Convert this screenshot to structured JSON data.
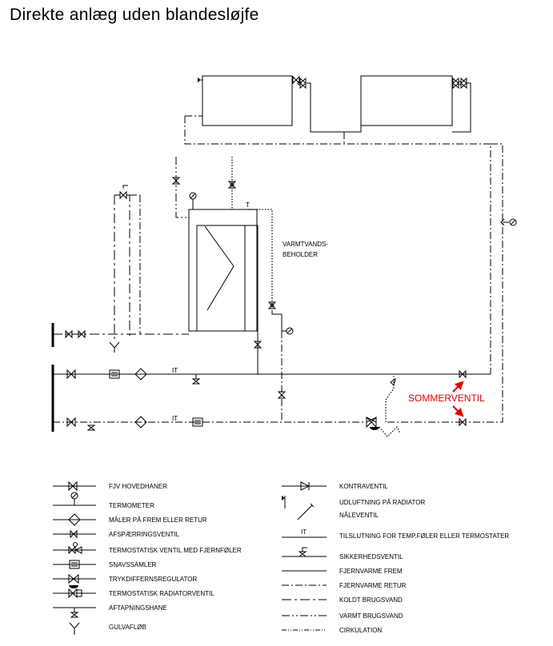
{
  "title": "Direkte anlæg uden blandesløjfe",
  "tank_label_line1": "VARMTVANDS-",
  "tank_label_line2": "BEHOLDER",
  "t_marker": "T",
  "it_marker": "IT",
  "summer_valve_label": "SOMMERVENTIL",
  "accent_color": "#e00000",
  "legend_left": [
    {
      "icon": "main-valve-icon",
      "label": "FJV HOVEDHANER"
    },
    {
      "icon": "thermometer-icon",
      "label": "TERMOMETER"
    },
    {
      "icon": "meter-icon",
      "label": "MÅLER PÅ FREM ELLER RETUR"
    },
    {
      "icon": "shutoff-valve-icon",
      "label": "AFSPÆRRINGSVENTIL"
    },
    {
      "icon": "thermostatic-valve-icon",
      "label": "TERMOSTATISK VENTIL MED FJERNFØLER"
    },
    {
      "icon": "strainer-icon",
      "label": "SNAVSSAMLER"
    },
    {
      "icon": "pressure-regulator-icon",
      "label": "TRYKDIFFERNSREGULATOR"
    },
    {
      "icon": "radiator-valve-icon",
      "label": "TERMOSTATISK RADIATORVENTIL"
    },
    {
      "icon": "drain-cock-icon",
      "label": "AFTAPNINGSHANE"
    },
    {
      "icon": "floor-drain-icon",
      "label": "GULVAFLØB"
    }
  ],
  "legend_right": [
    {
      "icon": "check-valve-icon",
      "label": "KONTRAVENTIL"
    },
    {
      "icon": "radiator-vent-icon",
      "label": "UDLUFTNING PÅ RADIATOR"
    },
    {
      "icon": "needle-valve-icon",
      "label": "NÅLEVENTIL"
    },
    {
      "icon": "sensor-connection-icon",
      "label": "TILSLUTNING FOR TEMP.FØLER ELLER TERMOSTATER"
    },
    {
      "icon": "safety-valve-icon",
      "label": "SIKKERHEDSVENTIL"
    },
    {
      "icon": "line-supply-icon",
      "label": "FJERNVARME FREM"
    },
    {
      "icon": "line-return-icon",
      "label": "FJERNVARME RETUR"
    },
    {
      "icon": "line-cold-water-icon",
      "label": "KOLDT BRUGSVAND"
    },
    {
      "icon": "line-hot-water-icon",
      "label": "VARMT BRUGSVAND"
    },
    {
      "icon": "line-circulation-icon",
      "label": "CIRKULATION"
    }
  ]
}
